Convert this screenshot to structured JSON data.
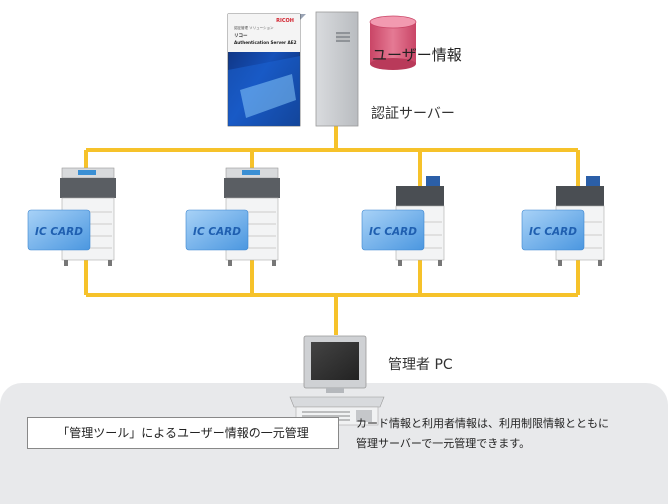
{
  "product_box": {
    "brand": "RICOH",
    "title_line1": "リコー",
    "title_line2": "Authentication Server AE2",
    "small_text": "認証管理 ソリューション"
  },
  "server": {
    "db_label": "ユーザー情報",
    "server_label": "認証サーバー"
  },
  "ic_card_label": "IC CARD",
  "admin_pc": {
    "label": "管理者 PC"
  },
  "bottom": {
    "caption": "「管理ツール」によるユーザー情報の一元管理",
    "note_line1": "カード情報と利用者情報は、利用制限情報とともに",
    "note_line2": "管理サーバーで一元管理できます。"
  },
  "colors": {
    "network_line": "#f6c22a",
    "card_blue": "#5aa6e8",
    "card_text": "#1f5fb0",
    "db_pink": "#d95b7a",
    "panel_gray": "#e8e9eb"
  }
}
